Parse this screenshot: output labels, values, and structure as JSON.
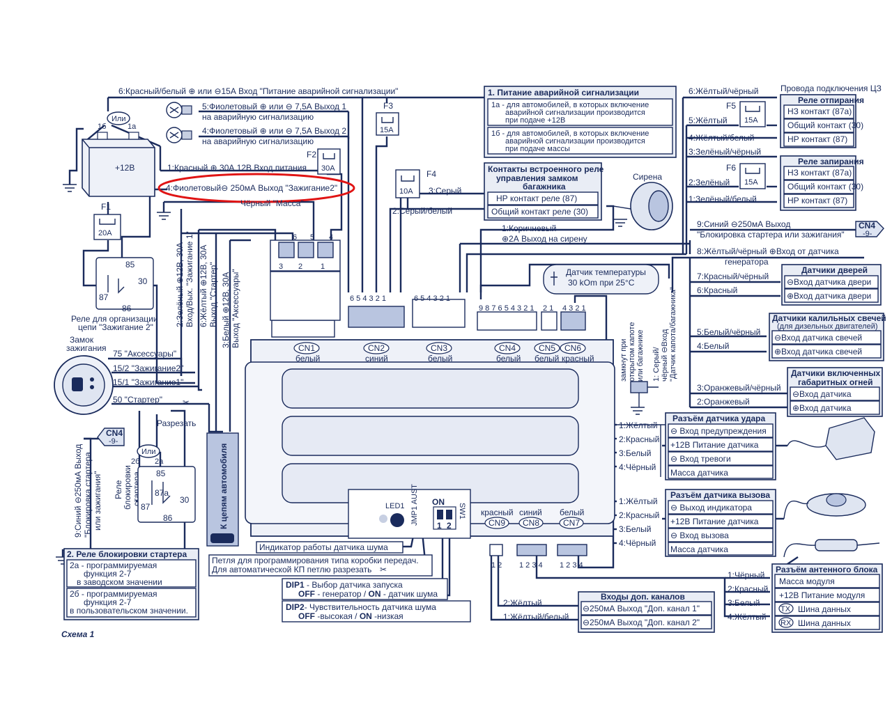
{
  "relays_top": {
    "f3": "F3",
    "f3_rating": "15A",
    "f2": "F2",
    "f2_rating": "30A",
    "f4": "F4",
    "f4_rating": "10A",
    "f5": "F5",
    "f5_rating": "15A",
    "f6": "F6",
    "f6_rating": "15A",
    "f1": "F1",
    "f1_rating": "20A"
  },
  "wires_top": {
    "w6": "6:Красный/белый ⊕ или ⊖15А Вход \"Питание аварийной сигнализации\"",
    "w5a": "5:Фиолетовый ⊕ или ⊖ 7,5А Выход 1",
    "w5b": "на аварийную сигнализацию",
    "w4a": "4:Фиолетовый ⊕ или ⊖ 7,5А Выход 2",
    "w4b": "на аварийную сигнализацию",
    "w1": "1:Красный ⊕ 30А 12В Вход питания",
    "w4ign": "4:Фиолетовый⊖ 250мА Выход \"Зажигание2\"",
    "ground": "Чёрный \"Масса\"",
    "or": "Или",
    "b1": "1б",
    "a1": "1а",
    "battery": "+12В"
  },
  "hazard": {
    "title": "1. Питание аварийной сигнализации",
    "a": [
      "1а - для автомобилей, в которых включение",
      "аварийной сигнализации производится",
      "при подаче +12В"
    ],
    "b": [
      "1б - для автомобилей, в которых включение",
      "аварийной сигнализации производится",
      "при подаче массы"
    ]
  },
  "trunk": {
    "title1": "Контакты встроенного реле",
    "title2": "управления замком",
    "title3": "багажника",
    "row1": "НР контакт реле (87)",
    "row2": "Общий контакт реле (30)",
    "w3": "3:Серый",
    "w2": "2:Серый/белый",
    "siren": "Сирена",
    "w1a": "1:Коричневый",
    "w1b": "⊕2А Выход на сирену"
  },
  "cz": {
    "heading": "Провода подключения ЦЗ",
    "unlock_title": "Реле  отпирания",
    "unlock": [
      "НЗ контакт (87а)",
      "Общий контакт (30)",
      "НР контакт (87)"
    ],
    "lock_title": "Реле  запирания",
    "lock": [
      "НЗ контакт (87а)",
      "Общий контакт (30)",
      "НР контакт (87)"
    ],
    "w6": "6:Жёлтый/чёрный",
    "w5": "5:Жёлтый",
    "w4": "4:Жёлтый/белый",
    "w3": "3:Зелёный/чёрный",
    "w2": "2:Зелёный",
    "w1": "1:Зелёный/белый"
  },
  "right_mid": {
    "w9a": "9:Синий ⊖250мА Выход",
    "w9b": "\"Блокировка стартера или зажигания\"",
    "cn4tag1": "CN4",
    "cn4tag2": "-9-",
    "w8a": "8:Жёлтый/чёрный ⊕Вход от датчика",
    "w8b": "генератора",
    "temp1": "Датчик температуры",
    "temp2": "30 kOm при 25°С",
    "doors_title": "Датчики дверей",
    "doors": [
      "⊖Вход датчика двери",
      "⊕Вход датчика двери"
    ],
    "w7": "7:Красный/чёрный",
    "w6": "6:Красный",
    "glow_title": "Датчики калильных свечей",
    "glow_sub": "(для дизельных двигателей)",
    "glow": [
      "⊖Вход датчика свечей",
      "⊕Вход датчика свечей"
    ],
    "w5": "5:Белый/чёрный",
    "w4": "4:Белый",
    "side_title1": "Датчики включенных",
    "side_title2": "габаритных огней",
    "side": [
      "⊖Вход датчика",
      "⊕Вход датчика"
    ],
    "w3": "3:Оранжевый/чёрный",
    "w2": "2:Оранжевый",
    "hood1": "замкнут при",
    "hood2": "открытом капоте",
    "hood3": "или багажнике",
    "hood4": "1: Серый/",
    "hood5": "чёрный ⊖Вход",
    "hood6": "\"Датчик капота/багажника\""
  },
  "shock": {
    "title": "Разъём датчика удара",
    "rows": [
      "⊖ Вход предупреждения",
      "+12В Питание датчика",
      "⊖ Вход тревоги",
      "Масса датчика"
    ],
    "wires": [
      "1:Жёлтый",
      "2:Красный",
      "3:Белый",
      "4:Чёрный"
    ]
  },
  "call": {
    "title": "Разъём датчика вызова",
    "rows": [
      "⊖ Выход индикатора",
      "+12В Питание датчика",
      "⊖ Вход вызова",
      "Масса датчика"
    ],
    "wires": [
      "1:Жёлтый",
      "2:Красный",
      "3:Белый",
      "4:Чёрный"
    ]
  },
  "antenna": {
    "title": "Разъём антенного блока",
    "rows": [
      "Масса модуля",
      "+12В Питание модуля",
      "Шина данных",
      "Шина данных"
    ],
    "tx": "TX",
    "rx": "RX",
    "wires": [
      "1:Чёрный",
      "2:Красный",
      "3:Белый",
      "4:Жёлтый"
    ]
  },
  "extra": {
    "title": "Входы  доп. каналов",
    "rows": [
      "⊖250мА Выход \"Доп. канал 1\"",
      "⊖250мА Выход \"Доп. канал 2\""
    ],
    "w2": "2:Жёлтый",
    "w1": "1:Жёлтый/белый"
  },
  "unit": {
    "cn1": "CN1",
    "cn1c": "белый",
    "cn2": "CN2",
    "cn2c": "синий",
    "cn3": "CN3",
    "cn3c": "белый",
    "cn4": "CN4",
    "cn4c": "белый",
    "cn5": "CN5",
    "cn5c": "белый",
    "cn6": "CN6",
    "cn6c": "красный",
    "cn7": "CN7",
    "cn7c": "белый",
    "cn8": "CN8",
    "cn8c": "синий",
    "cn9": "CN9",
    "cn9c": "красный",
    "led": "LED1",
    "jmp": "JMP1 AUST",
    "on": "ON",
    "sw": "SW1",
    "sw1": "1",
    "sw2": "2",
    "led_caption": "Индикатор работы датчика шума",
    "loop1": "Петля для программирования типа коробки передач.",
    "loop2": "Для автоматической КП петлю разрезать",
    "dip1a": "DIP1",
    "dip1b": " - Выбор датчика запуска",
    "dip1c": "OFF",
    "dip1d": " - генератор / ",
    "dip1e": "ON",
    "dip1f": " - датчик шума",
    "dip2a": "DIP2",
    "dip2b": "- Чувствительность датчика шума",
    "dip2c": "OFF",
    "dip2d": " -высокая    / ",
    "dip2e": "ON",
    "dip2f": " -низкая"
  },
  "left": {
    "relay2": [
      "Реле для организации",
      "цепи \"Зажигание 2\""
    ],
    "r85": "85",
    "r87": "87",
    "r86": "86",
    "r30": "30",
    "v2": "2:Зелёный ⊕12В, 30А",
    "v2b": "Вход/Вых. \"Зажигание 1\"",
    "v6": "6:Жёлтый ⊕12В, 30А",
    "v6b": "Выход \"Стартер\"",
    "v3": "3:Белый ⊕12В, 30А",
    "v3b": "Выход \"Аксессуары\"",
    "lock1": "Замок",
    "lock2": "зажигания",
    "k75": "75 \"Аксессуары\"",
    "k152": "15/2 \"Зажигание2\"",
    "k151": "15/1 \"Зажигание1\"",
    "k50": "50 \"Стартер\"",
    "cut": "Разрезать",
    "car": "К цепям автомобиля",
    "cn4a": "CN4",
    "cn4b": "-9-",
    "blue1": "9:Синий ⊖250мА Выход",
    "blue2": "\"Блокировка стартера",
    "blue3": "или зажигания\"",
    "or": "Или",
    "b2": "2б",
    "a2": "2а",
    "sr1": "Реле",
    "sr2": "блокировки",
    "sr3": "стартера",
    "s85": "85",
    "s87": "87",
    "s87a": "87а",
    "s86": "86",
    "s30": "30"
  },
  "starter_box": {
    "title": "2. Реле блокировки стартера",
    "a": [
      "2а - программируемая",
      "функция 2-7",
      "в заводском значении"
    ],
    "b": [
      "2б - программируемая",
      "функция 2-7",
      "в пользовательском значении."
    ]
  },
  "footer": "Схема 1"
}
